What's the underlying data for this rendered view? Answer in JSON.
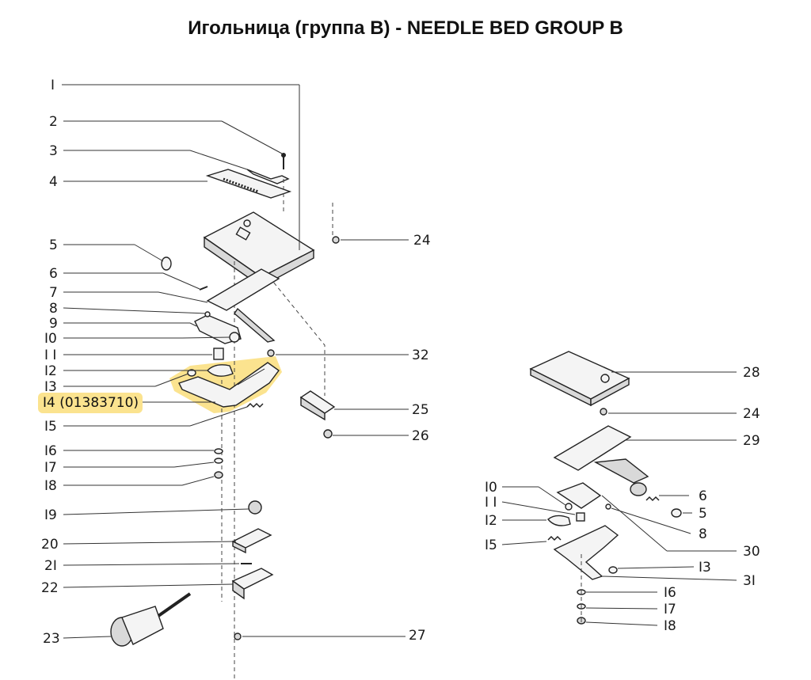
{
  "title": "Игольница (группа В) - NEEDLE BED GROUP B",
  "highlight": {
    "label": "I4 (01383710)",
    "color": "#f6c945"
  },
  "labels_left": [
    "I",
    "2",
    "3",
    "4",
    "5",
    "6",
    "7",
    "8",
    "9",
    "I0",
    "I I",
    "I2",
    "I3",
    "I5",
    "I6",
    "I7",
    "I8",
    "I9",
    "20",
    "2I",
    "22",
    "23"
  ],
  "labels_center": [
    "24",
    "32",
    "25",
    "26",
    "27"
  ],
  "labels_right_inner": [
    "I0",
    "I I",
    "I2",
    "I5"
  ],
  "labels_right": [
    "28",
    "24",
    "29",
    "6",
    "5",
    "8",
    "30",
    "I3",
    "3I",
    "I6",
    "I7",
    "I8"
  ]
}
